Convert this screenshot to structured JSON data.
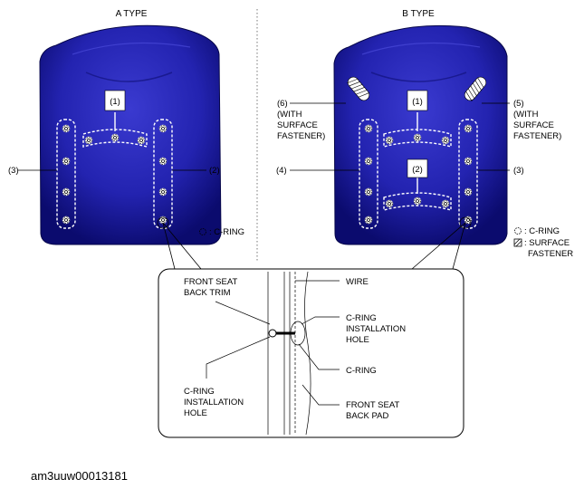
{
  "titles": {
    "a_type": "A TYPE",
    "b_type": "B TYPE"
  },
  "a_type": {
    "label_1": "(1)",
    "label_2": "(2)",
    "label_3": "(3)",
    "legend_cring": ": C-RING"
  },
  "b_type": {
    "label_1": "(1)",
    "label_2": "(2)",
    "label_3": "(3)",
    "label_4": "(4)",
    "label_5_lines": [
      "(5)",
      "(WITH",
      "SURFACE",
      "FASTENER)"
    ],
    "label_6_lines": [
      "(6)",
      "(WITH",
      "SURFACE",
      "FASTENER)"
    ],
    "legend_cring": ": C-RING",
    "legend_fastener_lines": [
      ": SURFACE",
      "FASTENER"
    ]
  },
  "detail": {
    "trim_lines": [
      "FRONT SEAT",
      "BACK TRIM"
    ],
    "wire": "WIRE",
    "hole_right_lines": [
      "C-RING",
      "INSTALLATION",
      "HOLE"
    ],
    "cring": "C-RING",
    "hole_left_lines": [
      "C-RING",
      "INSTALLATION",
      "HOLE"
    ],
    "pad_lines": [
      "FRONT SEAT",
      "BACK PAD"
    ]
  },
  "figure_code": "am3uuw00013181",
  "colors": {
    "seat_dark": "#0b0b6e",
    "seat_mid": "#2323b0",
    "seat_light": "#3a3ad0"
  }
}
